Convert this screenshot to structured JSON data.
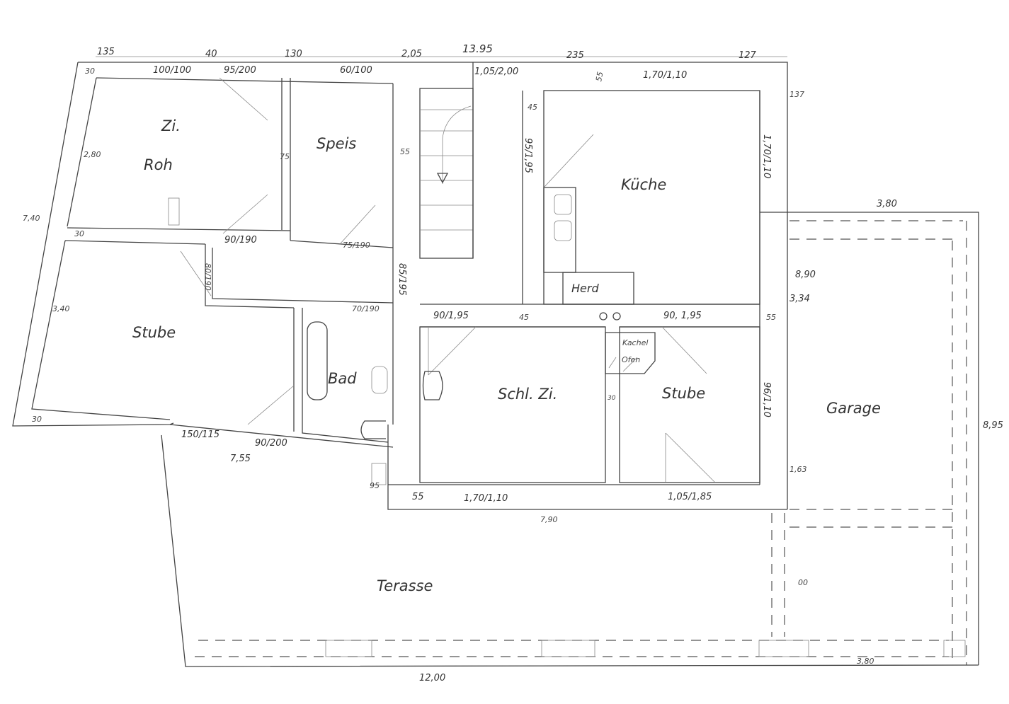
{
  "rooms": {
    "zi": "Zi.",
    "roh": "Roh",
    "speis": "Speis",
    "kueche": "Küche",
    "herd": "Herd",
    "stube_left": "Stube",
    "bad": "Bad",
    "schlafzimmer": "Schl. Zi.",
    "kachelofen_1": "Kachel",
    "kachelofen_2": "Ofen",
    "stube_right": "Stube",
    "garage": "Garage",
    "terasse": "Terasse"
  },
  "dimensions": {
    "top_135": "135",
    "top_40": "40",
    "top_130": "130",
    "top_205": "2,05",
    "top_1395": "13.95",
    "top_235": "235",
    "top_127": "127",
    "top_30": "30",
    "win_100_100": "100/100",
    "door_95_200": "95/200",
    "win_60_100": "60/100",
    "door_105_200": "1,05/2,00",
    "wall_55_top": "55",
    "win_170_110_top": "1,70/1,10",
    "right_137": "137",
    "k_45": "45",
    "roh_280": "2,80",
    "stair_55": "55",
    "door_95_195": "95/1,95",
    "win_170_110_right": "1,70/1,10",
    "left_740": "7,40",
    "left_30_mid": "30",
    "door_90_190": "90/190",
    "door_75_190": "75/190",
    "door_80_190": "80/190",
    "door_85_195": "85/195",
    "door_70_190": "70/190",
    "stube_340": "3,40",
    "speis_75": "75",
    "door_90_195_a": "90/1,95",
    "wall_45": "45",
    "door_90_195_b": "90, 1,95",
    "wall_55_right": "55",
    "garage_380_top": "3,80",
    "garage_890": "8,90",
    "garage_334": "3,34",
    "garage_895": "8,95",
    "garage_163": "1,63",
    "win_96_110": "96/1,10",
    "wall_30_stube": "30",
    "left_30_bottom": "30",
    "win_150_115": "150/115",
    "door_90_200": "90/200",
    "len_755": "7,55",
    "dim_95": "95",
    "bottom_55": "55",
    "win_170_110_bottom": "1,70/1,10",
    "door_105_185": "1,05/1,85",
    "len_790": "7,90",
    "carport_00": "00",
    "terrace_380": "3,80",
    "terrace_1200": "12,00"
  }
}
